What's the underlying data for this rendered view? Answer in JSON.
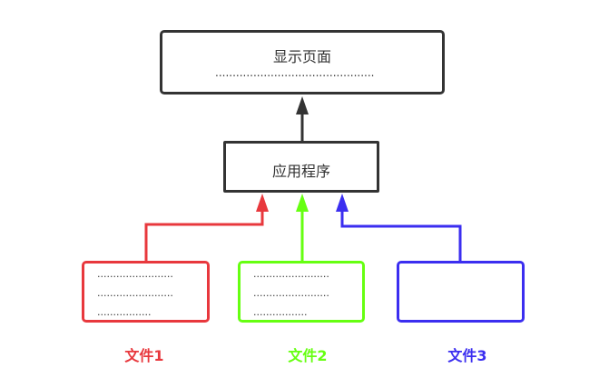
{
  "display_box": {
    "title": "显示页面",
    "dots": ".............................................."
  },
  "app_box": {
    "title": "应用程序"
  },
  "files": [
    {
      "caption": "文件1",
      "color": "#e8383d",
      "lines": [
        "........................",
        "........................",
        "................."
      ]
    },
    {
      "caption": "文件2",
      "color": "#66ff11",
      "lines": [
        "........................",
        "........................",
        "................."
      ]
    },
    {
      "caption": "文件3",
      "color": "#3b2ef0",
      "lines": []
    }
  ],
  "colors": {
    "frame": "#333333"
  }
}
